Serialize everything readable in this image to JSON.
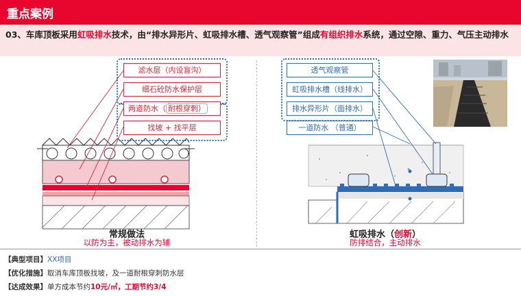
{
  "header": {
    "title": "重点案例"
  },
  "intro": {
    "p1": "03、车库顶板采用",
    "h1": "虹吸排水",
    "p2": "技术，由“排水异形片、虹吸排水槽、透气观察管”组成",
    "h2": "有组织排水",
    "p3": "系统，通过空隙、重力、气压主动排水"
  },
  "left": {
    "labels": [
      "滤水层（内设盲沟）",
      "细石砼防水保护层",
      "两道防水（",
      "耐根穿刺）",
      "找坡 + 找平层"
    ],
    "caption_title": "常规做法",
    "caption_sub": "以防为主，被动排水为辅"
  },
  "right": {
    "labels": [
      "透气观察管",
      "虹吸排水槽（线排水）",
      "排水异形片（面排水）",
      "一道防水 （普通）"
    ],
    "caption_title_a": "虹吸排水（",
    "caption_title_b": "创新",
    "caption_title_c": "）",
    "caption_sub": "防排结合，主动排水"
  },
  "bottom": {
    "row1_key": "【典型项目】",
    "row1_val": "XX项目",
    "row2_key": "【优化措施】",
    "row2_val": "取消车库顶板找坡，及一道耐根穿刺防水层",
    "row3_key": "【达成效果】",
    "row3_val_a": "单方成本节约",
    "row3_val_b": "10元/㎡，工期节约3/4"
  },
  "colors": {
    "accent": "#e8062f",
    "blue": "#2f6db5",
    "intro_bg": "#fbe3e6"
  }
}
